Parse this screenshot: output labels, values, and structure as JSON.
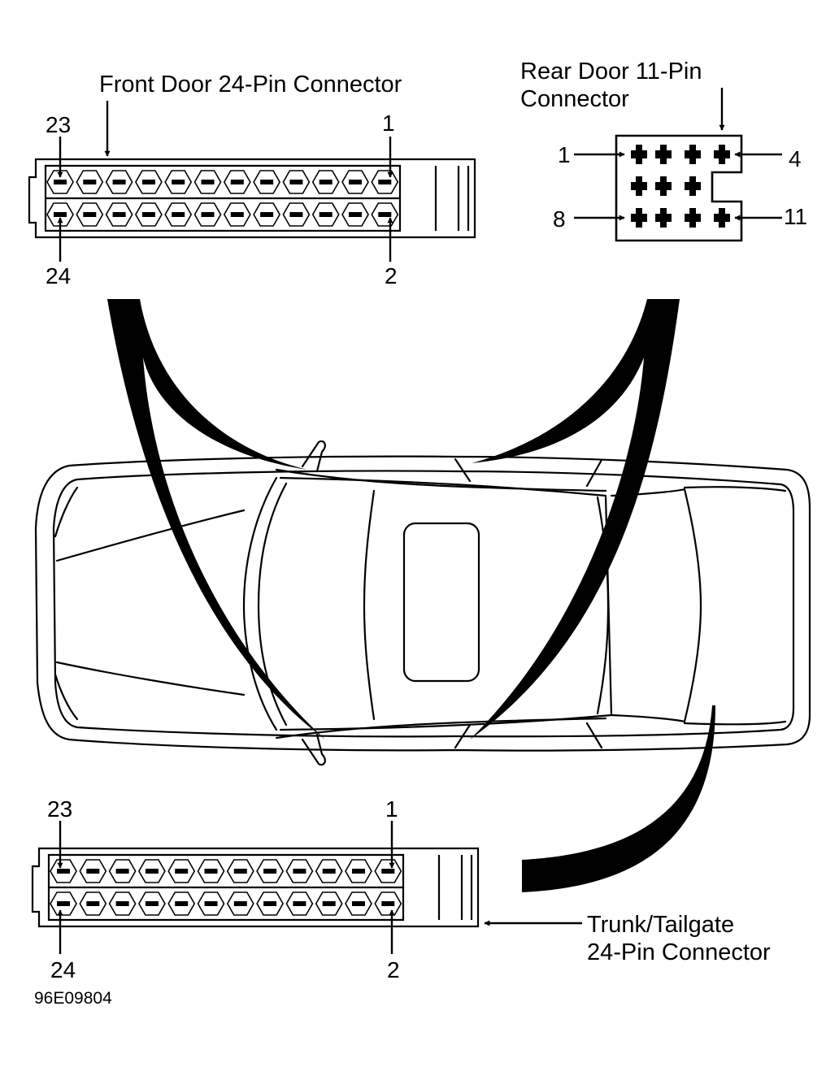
{
  "front_connector": {
    "title": "Front Door 24-Pin Connector",
    "pin_top_left": "23",
    "pin_top_right": "1",
    "pin_bottom_left": "24",
    "pin_bottom_right": "2"
  },
  "rear_connector": {
    "title_line1": "Rear Door 11-Pin",
    "title_line2": "Connector",
    "pin_top_left": "1",
    "pin_top_right": "4",
    "pin_bottom_left": "8",
    "pin_bottom_right": "11"
  },
  "trunk_connector": {
    "title_line1": "Trunk/Tailgate",
    "title_line2": "24-Pin Connector",
    "pin_top_left": "23",
    "pin_top_right": "1",
    "pin_bottom_left": "24",
    "pin_bottom_right": "2"
  },
  "figure_code": "96E09804",
  "colors": {
    "ink": "#000000",
    "paper": "#ffffff"
  }
}
